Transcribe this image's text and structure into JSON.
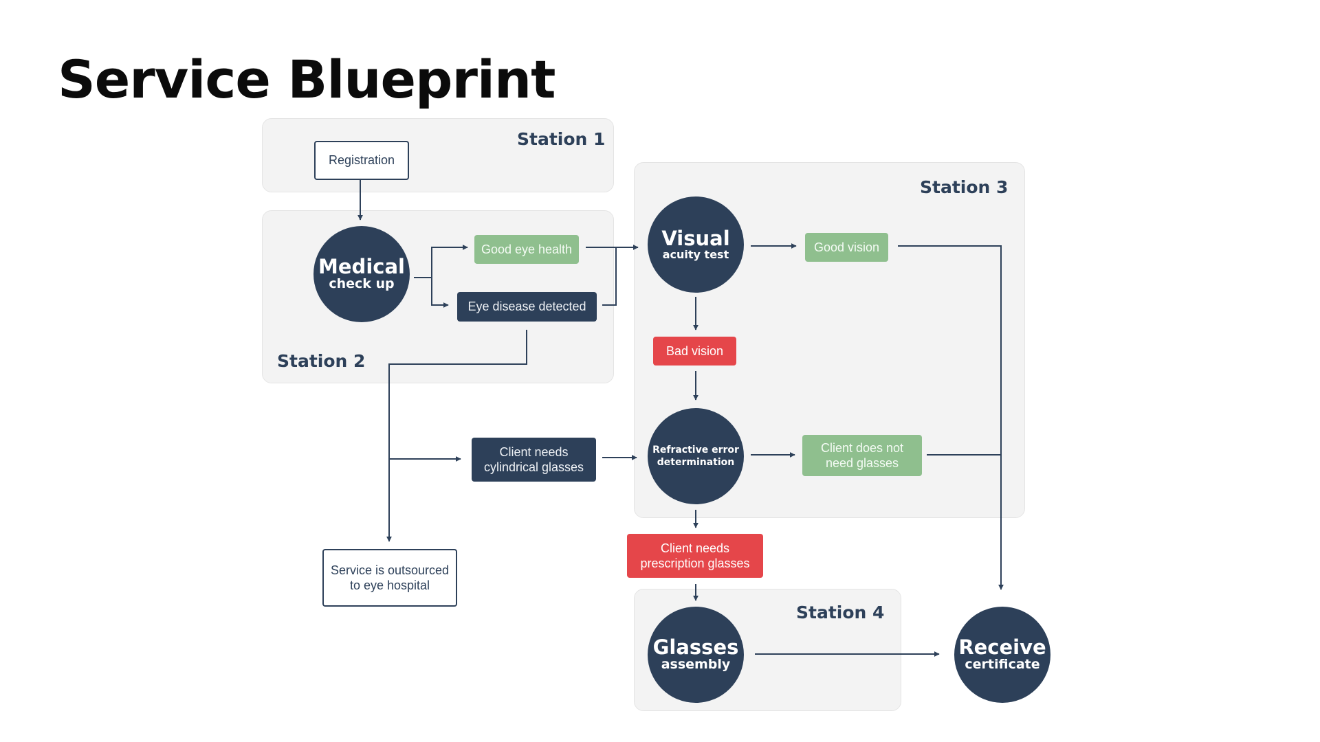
{
  "title": "Service Blueprint",
  "stations": {
    "s1": "Station 1",
    "s2": "Station 2",
    "s3": "Station 3",
    "s4": "Station 4"
  },
  "nodes": {
    "registration": "Registration",
    "medical": {
      "line1": "Medical",
      "line2": "check up"
    },
    "good_eye_health": "Good eye health",
    "eye_disease": "Eye disease detected",
    "visual": {
      "line1": "Visual",
      "line2": "acuity test"
    },
    "good_vision": "Good vision",
    "bad_vision": "Bad vision",
    "refractive": {
      "line1": "Refractive error",
      "line2": "determination"
    },
    "no_glasses": {
      "line1": "Client does not",
      "line2": "need glasses"
    },
    "cylindrical": {
      "line1": "Client needs",
      "line2": "cylindrical glasses"
    },
    "outsourced": {
      "line1": "Service is outsourced",
      "line2": "to eye hospital"
    },
    "prescription": {
      "line1": "Client needs",
      "line2": "prescription glasses"
    },
    "glasses": {
      "line1": "Glasses",
      "line2": "assembly"
    },
    "certificate": {
      "line1": "Receive",
      "line2": "certificate"
    }
  },
  "colors": {
    "navy": "#2d4059",
    "green": "#8fbf8e",
    "red": "#e5464a",
    "panel": "#f3f3f3"
  }
}
